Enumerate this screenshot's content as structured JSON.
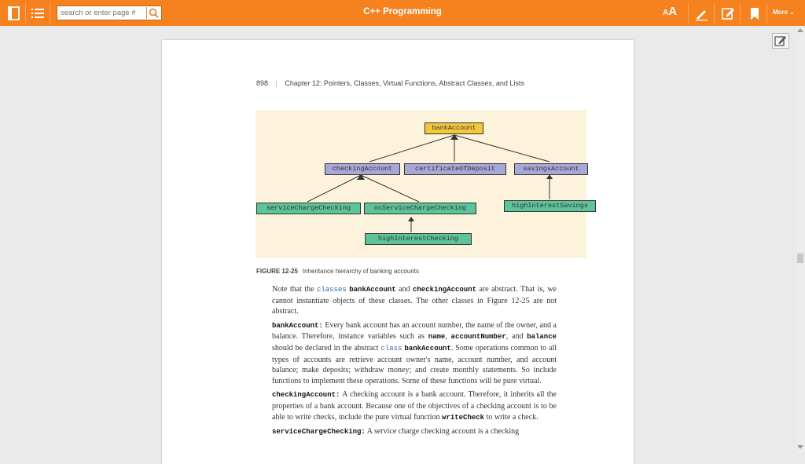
{
  "toolbar": {
    "title": "C++ Programming",
    "search_placeholder": "search or enter page #",
    "text_size_label": "AA",
    "more_label": "More"
  },
  "colors": {
    "toolbar": "#f5821f",
    "base_box": "#f3c93b",
    "abstract_box": "#a7a7d8",
    "concrete_box": "#5cc39a",
    "figure_bg": "#fdf3dd"
  },
  "page": {
    "header": {
      "page_number": "898",
      "chapter": "Chapter 12: Pointers, Classes, Virtual Functions, Abstract Classes, and Lists"
    },
    "figure": {
      "boxes": {
        "bank": "bankAccount",
        "checking": "checkingAccount",
        "cd": "certificateOfDeposit",
        "savings": "savingsAccount",
        "service": "serviceChargeChecking",
        "noService": "noServiceChargeChecking",
        "hiSavings": "highInterestSavings",
        "hiChecking": "highInterestChecking"
      },
      "caption_label": "FIGURE 12-25",
      "caption_text": "Inheritance hierarchy of banking accounts"
    },
    "p1": {
      "t1": "Note that the ",
      "c1": "classes",
      "t2": " ",
      "c2": "bankAccount",
      "t3": " and ",
      "c3": "checkingAccount",
      "t4": " are abstract. That is, we cannot instantiate objects of these classes. The other classes in Figure 12-25 are not abstract."
    },
    "p2": {
      "lead": "bankAccount:",
      "t1": " Every bank account has an account number, the name of the owner, and a balance. Therefore, instance variables such as ",
      "c1": "name",
      "t2": ", ",
      "c2": "accountNumber",
      "t3": ", and ",
      "c3": "balance",
      "t4": " should be declared in the abstract ",
      "c4": "class",
      "t5": " ",
      "c5": "bankAccount",
      "t6": ". Some operations common to all types of accounts are retrieve account owner's name, account number, and account balance; make deposits; withdraw money; and create monthly statements. So include functions to implement these operations. Some of these functions will be pure virtual."
    },
    "p3": {
      "lead": "checkingAccount:",
      "t1": " A checking account is a bank account. Therefore, it inherits all the properties of a bank account. Because one of the objectives of a checking account is to be able to write checks, include the pure virtual function ",
      "c1": "writeCheck",
      "t2": " to write a check."
    },
    "p4": {
      "lead": "serviceChargeChecking:",
      "t1": " A service charge checking account is a checking"
    }
  }
}
